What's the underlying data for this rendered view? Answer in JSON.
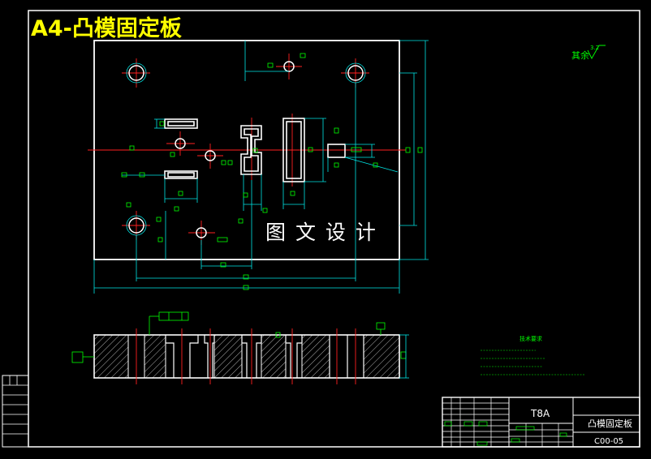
{
  "sheet": {
    "title": "A4-凸模固定板",
    "watermark": "图 文 设 计",
    "roughness_note": "其余",
    "roughness_value": "3.2"
  },
  "tech_requirements": {
    "heading": "技术要求"
  },
  "title_block": {
    "material": "T8A",
    "part_name": "凸模固定板",
    "drawing_no": "C00-05"
  },
  "colors": {
    "background": "#000000",
    "outline": "#ffffff",
    "center_line": "#ff2020",
    "dimension": "#00e5e5",
    "annotation": "#00ff00",
    "section_hatch": "#ffffff",
    "title_highlight": "#ffff00"
  }
}
